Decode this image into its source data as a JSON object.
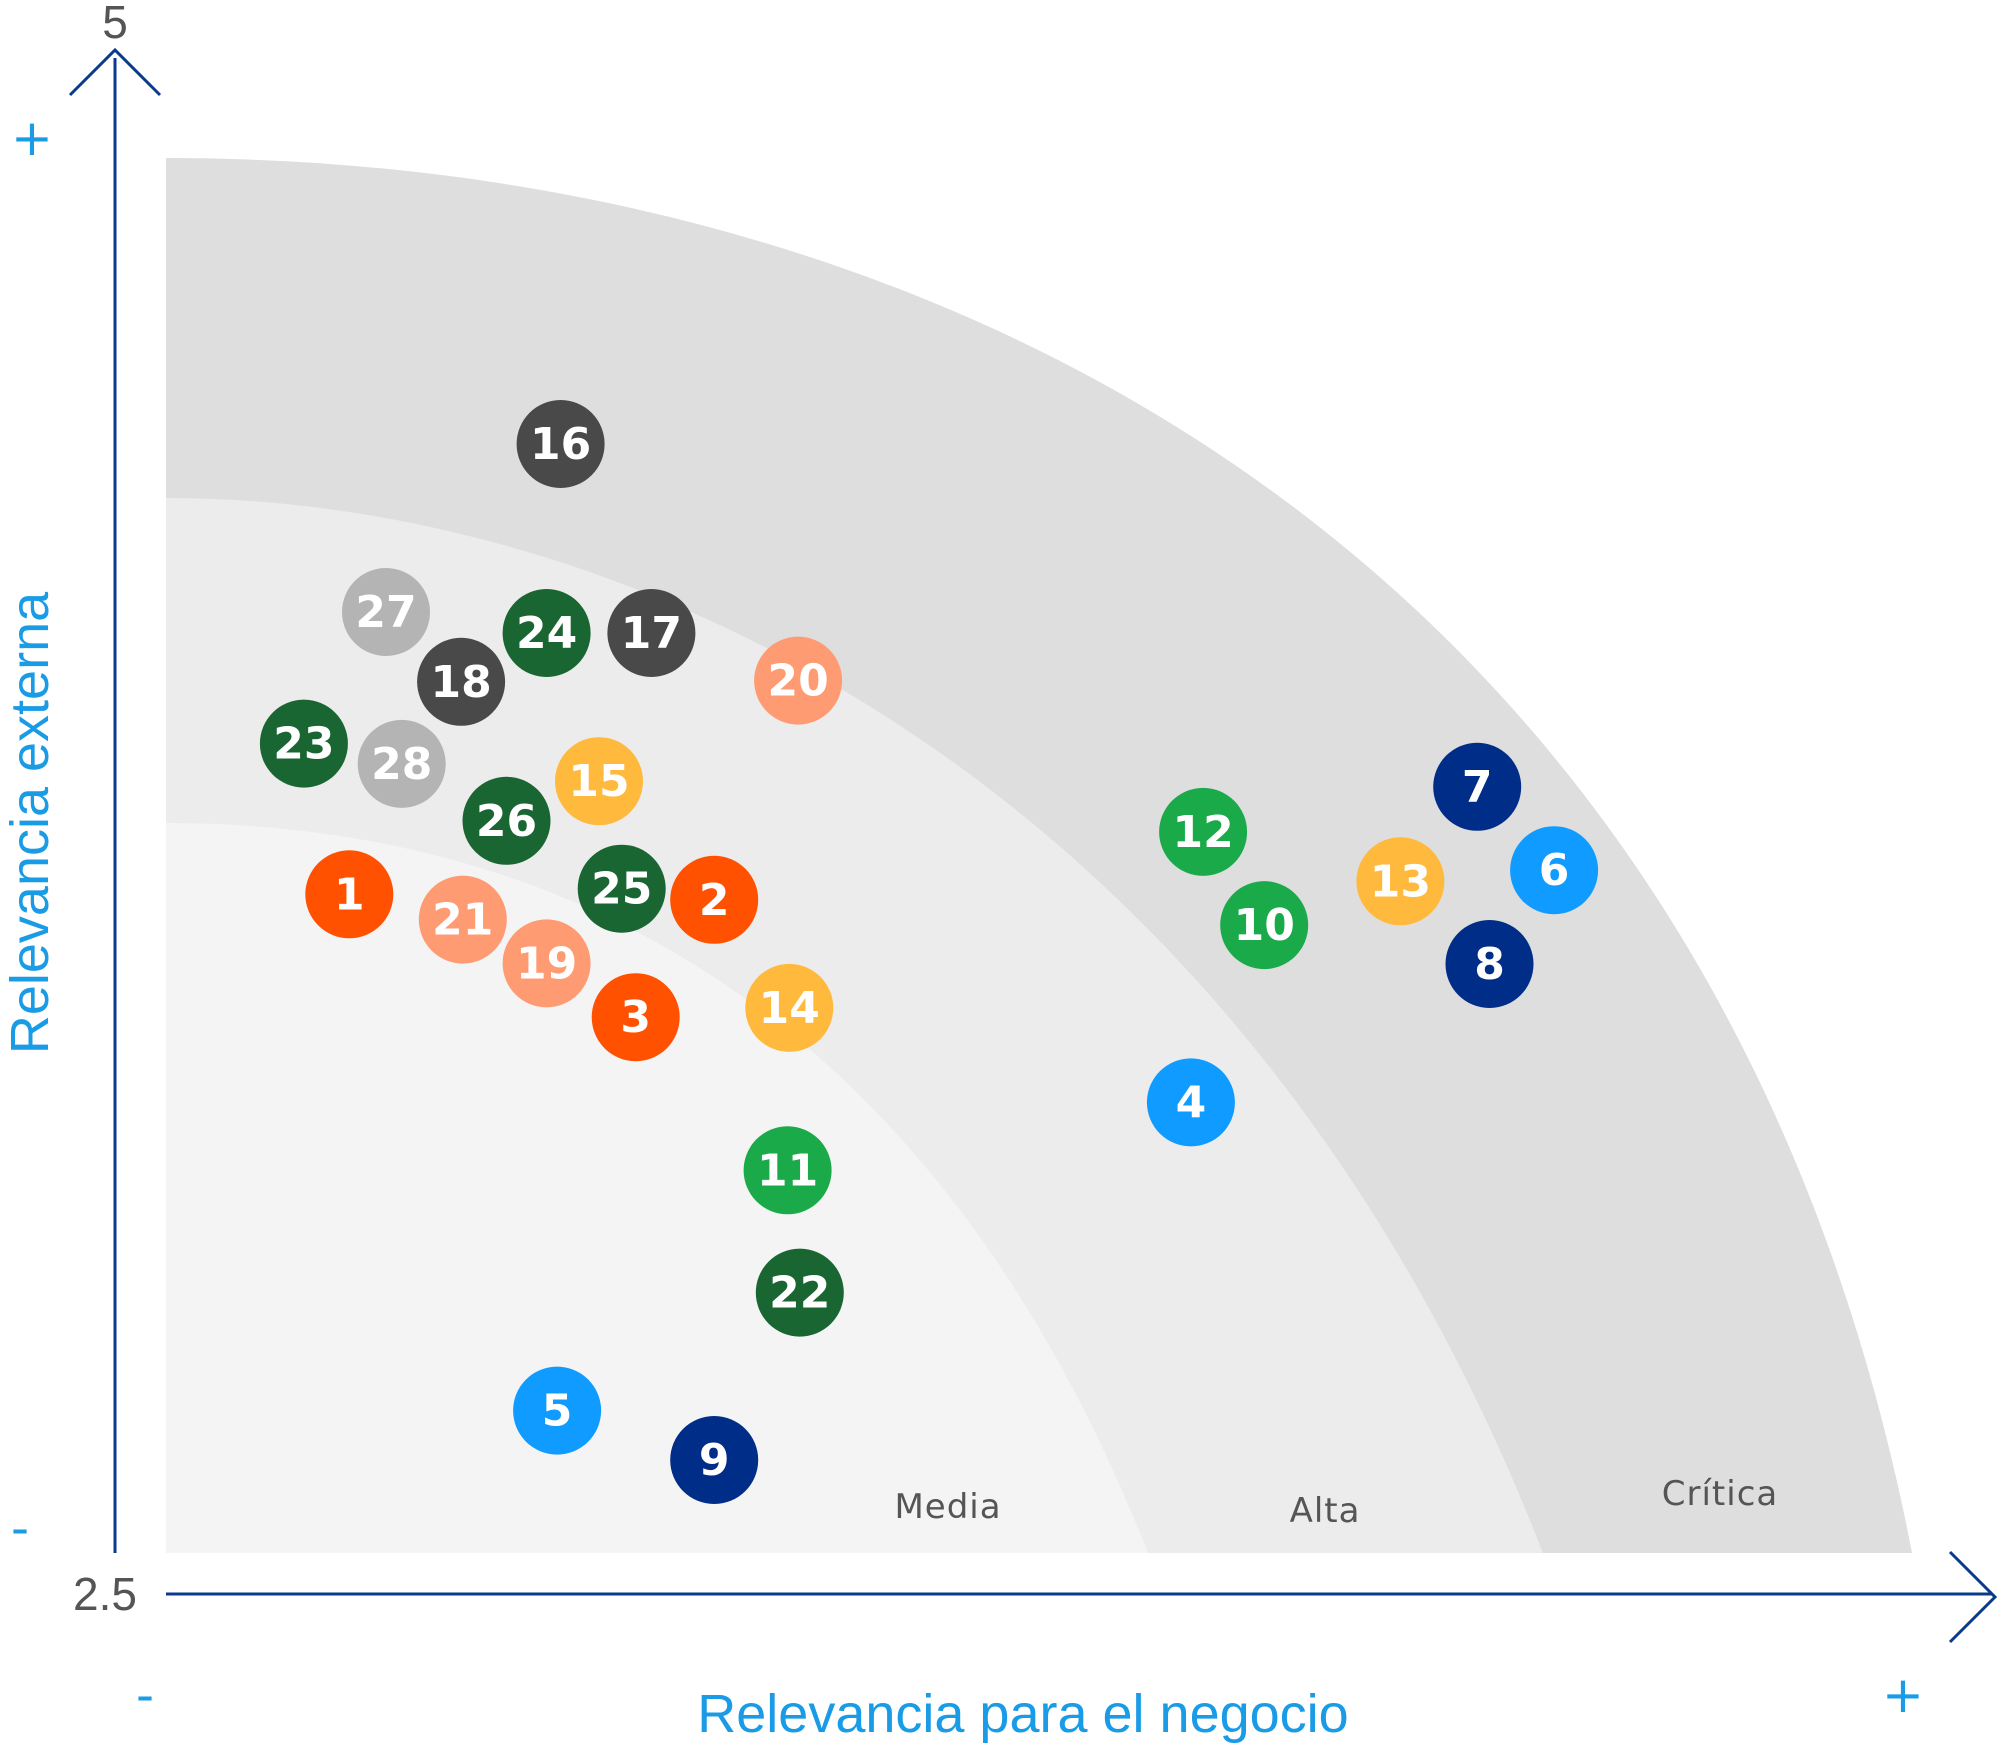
{
  "chart_data": {
    "type": "scatter",
    "xlabel": "Relevancia para el negocio",
    "ylabel": "Relevancia externa",
    "y_axis_ticks": {
      "max": "5",
      "min": "2.5"
    },
    "x_signs": {
      "low": "-",
      "high": "+"
    },
    "y_signs": {
      "low": "-",
      "high": "+"
    },
    "ylim": [
      2.5,
      5
    ],
    "zones": [
      "Media",
      "Alta",
      "Crítica"
    ],
    "colors": {
      "axis": "#0a3a8c",
      "axis_title": "#1a9be6",
      "zone_media": "#f4f4f4",
      "zone_alta": "#ececec",
      "zone_critica": "#dedede"
    },
    "points": [
      {
        "label": "1",
        "color": "#ff5100",
        "x": 0.105,
        "y": 3.633
      },
      {
        "label": "2",
        "color": "#ff5100",
        "x": 0.314,
        "y": 3.624
      },
      {
        "label": "3",
        "color": "#ff5100",
        "x": 0.269,
        "y": 3.434
      },
      {
        "label": "4",
        "color": "#0f9bff",
        "x": 0.587,
        "y": 3.296
      },
      {
        "label": "5",
        "color": "#0f9bff",
        "x": 0.224,
        "y": 2.797
      },
      {
        "label": "6",
        "color": "#0f9bff",
        "x": 0.795,
        "y": 3.672
      },
      {
        "label": "7",
        "color": "#002d87",
        "x": 0.751,
        "y": 3.807
      },
      {
        "label": "8",
        "color": "#002d87",
        "x": 0.758,
        "y": 3.52
      },
      {
        "label": "9",
        "color": "#002d87",
        "x": 0.314,
        "y": 2.717
      },
      {
        "label": "10",
        "color": "#1aaa4a",
        "x": 0.629,
        "y": 3.583
      },
      {
        "label": "11",
        "color": "#1aaa4a",
        "x": 0.356,
        "y": 3.186
      },
      {
        "label": "12",
        "color": "#1aaa4a",
        "x": 0.594,
        "y": 3.734
      },
      {
        "label": "13",
        "color": "#ffb93d",
        "x": 0.707,
        "y": 3.654
      },
      {
        "label": "14",
        "color": "#ffb93d",
        "x": 0.357,
        "y": 3.449
      },
      {
        "label": "15",
        "color": "#ffb93d",
        "x": 0.248,
        "y": 3.816
      },
      {
        "label": "16",
        "color": "#494949",
        "x": 0.226,
        "y": 4.362
      },
      {
        "label": "17",
        "color": "#494949",
        "x": 0.278,
        "y": 4.056
      },
      {
        "label": "18",
        "color": "#494949",
        "x": 0.169,
        "y": 3.977
      },
      {
        "label": "19",
        "color": "#ff9b73",
        "x": 0.218,
        "y": 3.521
      },
      {
        "label": "20",
        "color": "#ff9b73",
        "x": 0.362,
        "y": 3.979
      },
      {
        "label": "21",
        "color": "#ff9b73",
        "x": 0.17,
        "y": 3.592
      },
      {
        "label": "22",
        "color": "#196632",
        "x": 0.363,
        "y": 2.988
      },
      {
        "label": "23",
        "color": "#196632",
        "x": 0.079,
        "y": 3.877
      },
      {
        "label": "24",
        "color": "#196632",
        "x": 0.218,
        "y": 4.056
      },
      {
        "label": "25",
        "color": "#196632",
        "x": 0.261,
        "y": 3.642
      },
      {
        "label": "26",
        "color": "#196632",
        "x": 0.195,
        "y": 3.752
      },
      {
        "label": "27",
        "color": "#b4b4b4",
        "x": 0.126,
        "y": 4.09
      },
      {
        "label": "28",
        "color": "#b4b4b4",
        "x": 0.135,
        "y": 3.844
      }
    ]
  }
}
